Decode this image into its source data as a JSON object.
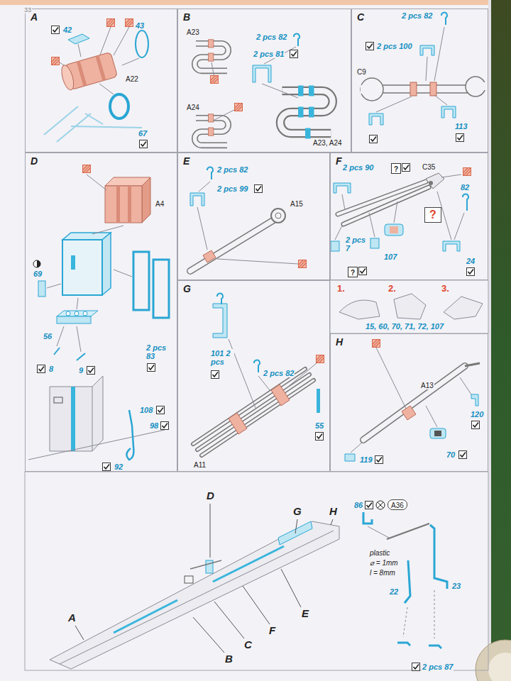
{
  "diagram": {
    "nodes": [
      {
        "text": [
          "A"
        ]
      },
      {
        "text": [
          "B"
        ]
      },
      {
        "text": [
          "C"
        ]
      },
      {
        "text": [
          "D"
        ]
      },
      {
        "text": [
          "E"
        ]
      },
      {
        "text": [
          "F"
        ]
      },
      {
        "text": [
          "?"
        ],
        "in": 5
      },
      {
        "text": [
          "?"
        ],
        "in": 5
      },
      {
        "text": [
          "?"
        ],
        "in": 5
      },
      {
        "text": [
          "G"
        ]
      },
      {
        "text": [
          "H"
        ]
      },
      {
        "text": [
          "A36"
        ]
      }
    ],
    "labels": [
      "33",
      "42",
      "43",
      "A22",
      "67",
      "A23",
      "2 pcs 82",
      "2 pcs 81",
      "A24",
      "A23, A24",
      "2 pcs 82",
      "2 pcs 100",
      "C9",
      "113",
      "A4",
      "69",
      "56",
      "2 pcs 83",
      "8",
      "9",
      "108",
      "98",
      "92",
      "2 pcs 82",
      "2 pcs 99",
      "A15",
      "2 pcs 90",
      "C35",
      "82",
      "2 pcs 7",
      "107",
      "24",
      "1.",
      "2.",
      "3.",
      "15, 60, 70, 71, 72, 107",
      "101 2 pcs",
      "2 pcs 82",
      "55",
      "A11",
      "A13",
      "120",
      "70",
      "119",
      "D",
      "G",
      "H",
      "A",
      "E",
      "F",
      "C",
      "B",
      "86",
      "plastic",
      "⌀ = 1mm",
      "l = 8mm",
      "23",
      "22",
      "2 pcs 87"
    ]
  }
}
